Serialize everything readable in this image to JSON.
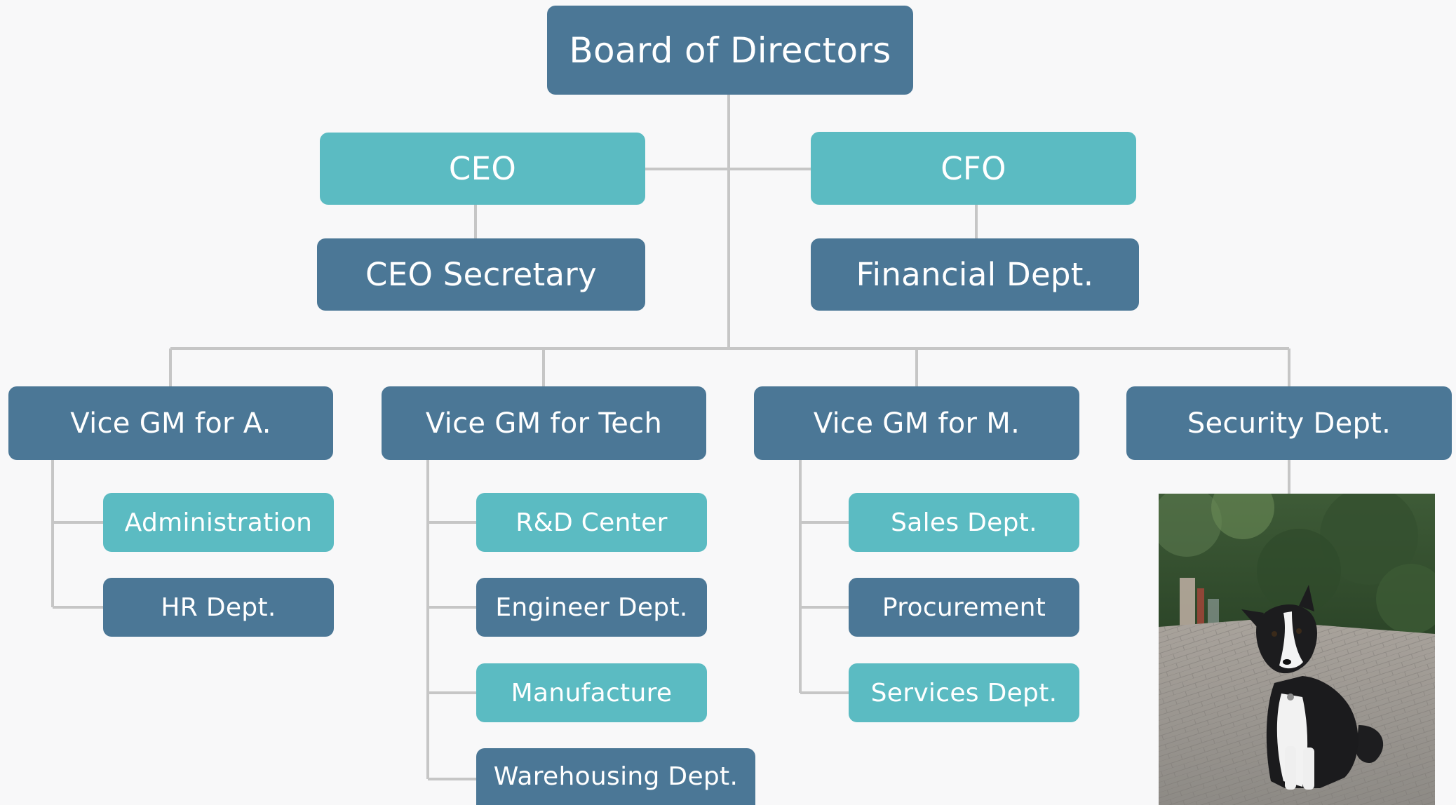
{
  "org_chart": {
    "board": "Board of Directors",
    "ceo": "CEO",
    "cfo": "CFO",
    "ceo_secretary": "CEO Secretary",
    "financial_dept": "Financial Dept.",
    "vice_gm_a": "Vice GM for A.",
    "vice_gm_tech": "Vice GM for Tech",
    "vice_gm_m": "Vice GM for M.",
    "security_dept": "Security Dept.",
    "administration": "Administration",
    "hr_dept": "HR Dept.",
    "rd_center": "R&D Center",
    "engineer_dept": "Engineer Dept.",
    "manufacture": "Manufacture",
    "warehousing_dept": "Warehousing Dept.",
    "sales_dept": "Sales Dept.",
    "procurement": "Procurement",
    "services_dept": "Services Dept."
  },
  "colors": {
    "dark_box": "#4b7796",
    "teal_box": "#5bbbc2",
    "connector": "#c6c6c6",
    "background": "#f8f8f9"
  },
  "photo": {
    "subject": "black-and-white dog sitting on a brick path"
  }
}
